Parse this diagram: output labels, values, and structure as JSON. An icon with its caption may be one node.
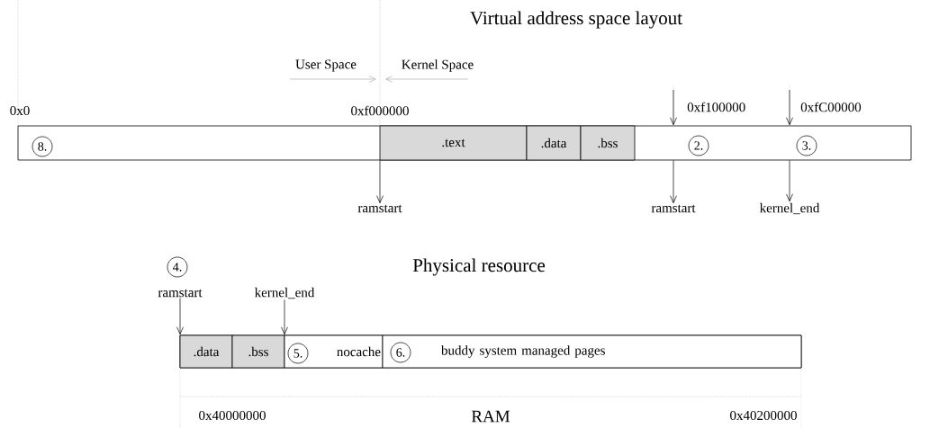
{
  "diagram": {
    "title": "Virtual address space layout",
    "nodes": [
      {
        "text": [],
        "shape": "bar"
      },
      {
        "text": [
          ".text"
        ],
        "in": 0
      },
      {
        "text": [
          ".data"
        ],
        "in": 0
      },
      {
        "text": [
          ".bss"
        ],
        "in": 0
      },
      {
        "text": [
          "8."
        ],
        "in": 0
      },
      {
        "text": [
          "2."
        ],
        "in": 0
      },
      {
        "text": [
          "3."
        ],
        "in": 0
      },
      {
        "text": [
          "ramstart"
        ]
      },
      {
        "text": [
          "ramstart"
        ]
      },
      {
        "text": [
          "kernel_end"
        ]
      },
      {
        "text": [],
        "shape": "bar"
      },
      {
        "text": [
          ".data"
        ],
        "in": 10
      },
      {
        "text": [
          ".bss"
        ],
        "in": 10
      },
      {
        "text": [
          "nocache"
        ],
        "in": 10
      },
      {
        "text": [
          "5."
        ],
        "in": 13
      },
      {
        "text": [
          "buddy system managed pages"
        ],
        "in": 10
      },
      {
        "text": [
          "6."
        ],
        "in": 15
      },
      {
        "text": [
          "ramstart"
        ]
      },
      {
        "text": [
          "kernel_end"
        ]
      },
      {
        "text": [
          "4."
        ]
      }
    ],
    "edges": [
      {
        "from": null,
        "to": 0,
        "arrow": "to"
      },
      {
        "from": null,
        "to": 0,
        "arrow": "to"
      },
      {
        "from": 0,
        "to": 7,
        "arrow": "to"
      },
      {
        "from": 0,
        "to": 8,
        "arrow": "to"
      },
      {
        "from": 0,
        "to": 9,
        "arrow": "to"
      },
      {
        "from": 17,
        "to": 10,
        "arrow": "to"
      },
      {
        "from": 18,
        "to": 10,
        "arrow": "to"
      }
    ],
    "labels": [
      "User Space",
      "Kernel Space",
      "0x0",
      "0xf000000",
      "0xf100000",
      "0xfC00000",
      "Physical resource",
      "0x40000000",
      "RAM",
      "0x40200000"
    ]
  }
}
